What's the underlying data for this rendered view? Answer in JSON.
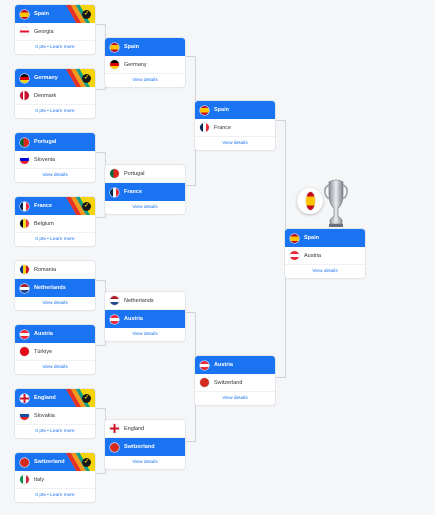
{
  "cards": [
    {
      "id": "r16-1",
      "rows": [
        {
          "name": "Spain",
          "flag": "es",
          "winner": true,
          "stripe": true
        },
        {
          "name": "Georgia",
          "flag": "ge"
        }
      ],
      "footer": "0 pts • Learn more"
    },
    {
      "id": "r16-2",
      "rows": [
        {
          "name": "Germany",
          "flag": "de",
          "winner": true,
          "stripe": true
        },
        {
          "name": "Denmark",
          "flag": "dk"
        }
      ],
      "footer": "0 pts • Learn more"
    },
    {
      "id": "r16-3",
      "rows": [
        {
          "name": "Portugal",
          "flag": "pt",
          "winner": true
        },
        {
          "name": "Slovenia",
          "flag": "si"
        }
      ],
      "footer": "View details"
    },
    {
      "id": "r16-4",
      "rows": [
        {
          "name": "France",
          "flag": "fr",
          "winner": true,
          "stripe": true
        },
        {
          "name": "Belgium",
          "flag": "be"
        }
      ],
      "footer": "0 pts • Learn more"
    },
    {
      "id": "r16-5",
      "rows": [
        {
          "name": "Romania",
          "flag": "ro"
        },
        {
          "name": "Netherlands",
          "flag": "nl",
          "winner": true
        }
      ],
      "footer": "View details"
    },
    {
      "id": "r16-6",
      "rows": [
        {
          "name": "Austria",
          "flag": "at",
          "winner": true
        },
        {
          "name": "Türkiye",
          "flag": "tr"
        }
      ],
      "footer": "View details"
    },
    {
      "id": "r16-7",
      "rows": [
        {
          "name": "England",
          "flag": "gb-eng",
          "winner": true,
          "stripe": true
        },
        {
          "name": "Slovakia",
          "flag": "sk"
        }
      ],
      "footer": "0 pts • Learn more"
    },
    {
      "id": "r16-8",
      "rows": [
        {
          "name": "Switzerland",
          "flag": "ch",
          "winner": true,
          "stripe": true
        },
        {
          "name": "Italy",
          "flag": "it"
        }
      ],
      "footer": "0 pts • Learn more"
    },
    {
      "id": "qf-1",
      "rows": [
        {
          "name": "Spain",
          "flag": "es",
          "winner": true
        },
        {
          "name": "Germany",
          "flag": "de"
        }
      ],
      "footer": "View details"
    },
    {
      "id": "qf-2",
      "rows": [
        {
          "name": "Portugal",
          "flag": "pt"
        },
        {
          "name": "France",
          "flag": "fr",
          "winner": true
        }
      ],
      "footer": "View details"
    },
    {
      "id": "qf-3",
      "rows": [
        {
          "name": "Netherlands",
          "flag": "nl"
        },
        {
          "name": "Austria",
          "flag": "at",
          "winner": true
        }
      ],
      "footer": "View details"
    },
    {
      "id": "qf-4",
      "rows": [
        {
          "name": "England",
          "flag": "gb-eng"
        },
        {
          "name": "Switzerland",
          "flag": "ch",
          "winner": true
        }
      ],
      "footer": "View details"
    },
    {
      "id": "sf-1",
      "rows": [
        {
          "name": "Spain",
          "flag": "es",
          "winner": true
        },
        {
          "name": "France",
          "flag": "fr"
        }
      ],
      "footer": "View details"
    },
    {
      "id": "sf-2",
      "rows": [
        {
          "name": "Austria",
          "flag": "at",
          "winner": true
        },
        {
          "name": "Switzerland",
          "flag": "ch"
        }
      ],
      "footer": "View details"
    },
    {
      "id": "final",
      "rows": [
        {
          "name": "Spain",
          "flag": "es",
          "winner": true
        },
        {
          "name": "Austria",
          "flag": "at"
        }
      ],
      "footer": "View details"
    }
  ],
  "champion": {
    "flag": "es",
    "trophy_icon": "trophy-icon"
  },
  "colors": {
    "accent": "#1a73f0",
    "background": "#f4f6f8",
    "connector": "#cfd4da"
  }
}
